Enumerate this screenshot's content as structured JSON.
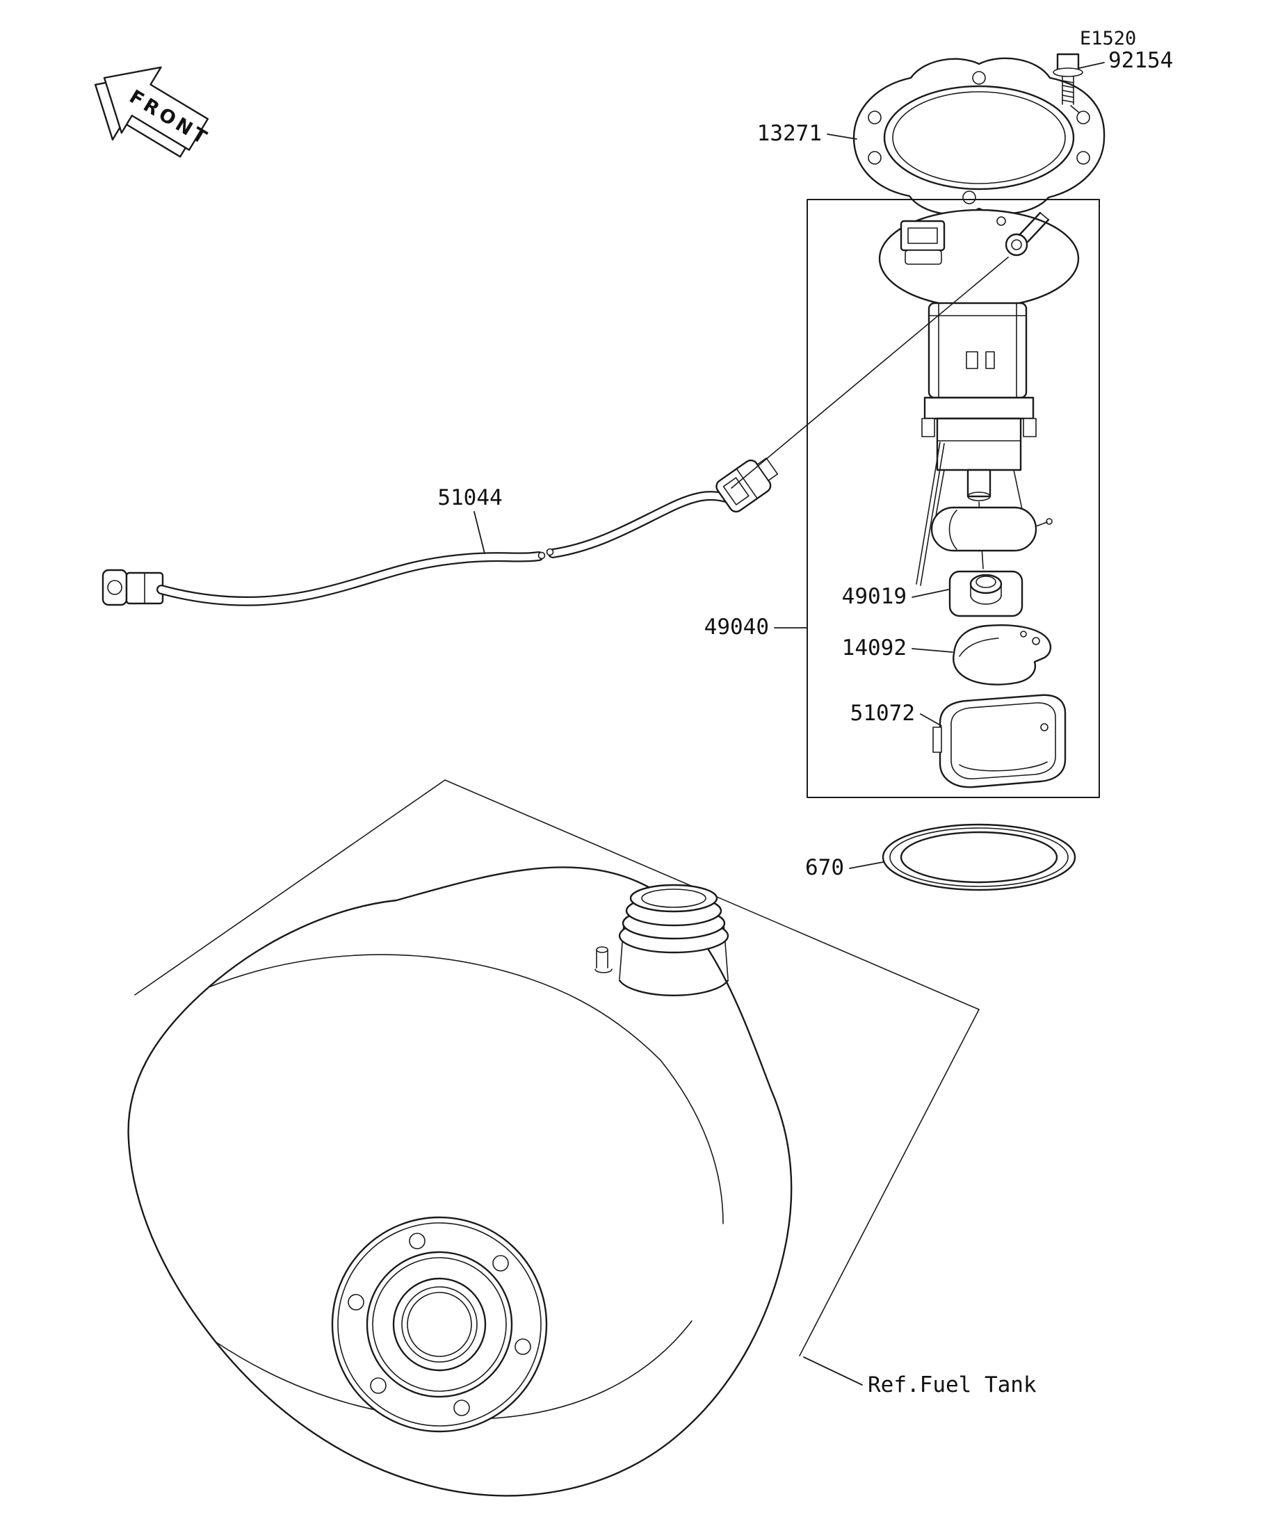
{
  "diagram": {
    "page_code": "E1520",
    "front_label": "FRONT",
    "ref_label": "Ref.Fuel Tank",
    "line_color": "#1a1a1a",
    "background_color": "#ffffff",
    "parts": {
      "bolt": "92154",
      "gasket": "13271",
      "fuel_hose": "51044",
      "pump_assembly": "49040",
      "regulator": "49019",
      "bracket": "14092",
      "case": "51072",
      "o_ring": "670"
    }
  }
}
